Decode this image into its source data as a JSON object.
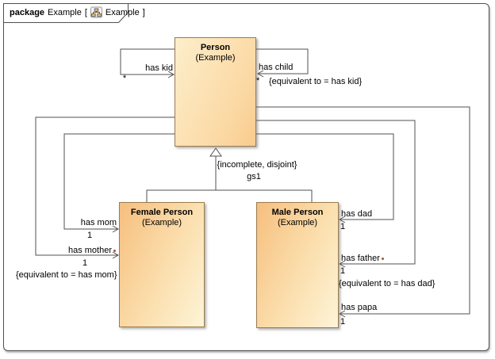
{
  "header": {
    "keyword": "package",
    "scope": "Example",
    "bracket_open": "[",
    "diagram": "Example",
    "bracket_close": "]",
    "icon": "class-diagram-icon"
  },
  "palette": {
    "class_fill_orange": "#f6bf7e",
    "class_fill_cream": "#fdf4d8",
    "class_border": "#9c7b4b",
    "line_color": "#515151",
    "ownership_dot": "#a8502a"
  },
  "classes": {
    "person": {
      "name": "Person",
      "note": "(Example)"
    },
    "female": {
      "name": "Female Person",
      "note": "(Example)"
    },
    "male": {
      "name": "Male Person",
      "note": "(Example)"
    }
  },
  "associations": {
    "has_kid": {
      "name": "has kid",
      "multiplicity": "*"
    },
    "has_child": {
      "name": "has child",
      "multiplicity": "*",
      "constraint": "{equivalent to = has kid}"
    },
    "has_mom": {
      "name": "has mom",
      "multiplicity": "1"
    },
    "has_mother": {
      "name": "has mother",
      "multiplicity": "1",
      "constraint": "{equivalent to = has mom}"
    },
    "has_dad": {
      "name": "has dad",
      "multiplicity": "1"
    },
    "has_father": {
      "name": "has father",
      "multiplicity": "1",
      "constraint": "{equivalent to = has dad}"
    },
    "has_papa": {
      "name": "has papa",
      "multiplicity": "1"
    }
  },
  "generalization": {
    "constraint": "{incomplete, disjoint}",
    "name": "gs1"
  }
}
